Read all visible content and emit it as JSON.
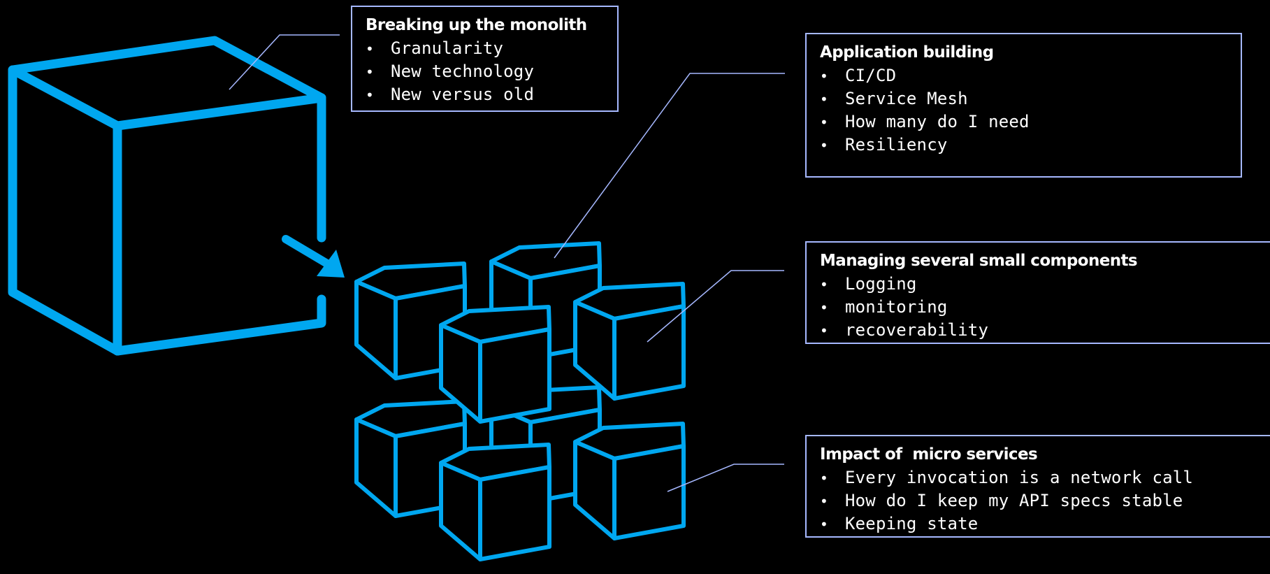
{
  "colors": {
    "background": "#000000",
    "cube_stroke": "#00a7f0",
    "callout_border": "#a6b8ff",
    "leader_line": "#a6b8ff",
    "text": "#ffffff"
  },
  "callouts": {
    "monolith": {
      "title": "Breaking up the monolith",
      "items": [
        "Granularity",
        "New technology",
        "New versus old"
      ]
    },
    "app_building": {
      "title": "Application building",
      "items": [
        "CI/CD",
        "Service Mesh",
        "How many do I need",
        "Resiliency"
      ]
    },
    "managing": {
      "title": "Managing several small components",
      "items": [
        "Logging",
        "monitoring",
        "recoverability"
      ]
    },
    "impact": {
      "title": "Impact of  micro services",
      "items": [
        "Every invocation is a network call",
        "How do I keep my API specs stable",
        "Keeping state"
      ]
    }
  },
  "bullet_glyph": "•",
  "icons": {
    "monolith": "large-cube-icon",
    "arrow": "arrow-icon",
    "microservices": "small-cubes-cluster-icon"
  }
}
